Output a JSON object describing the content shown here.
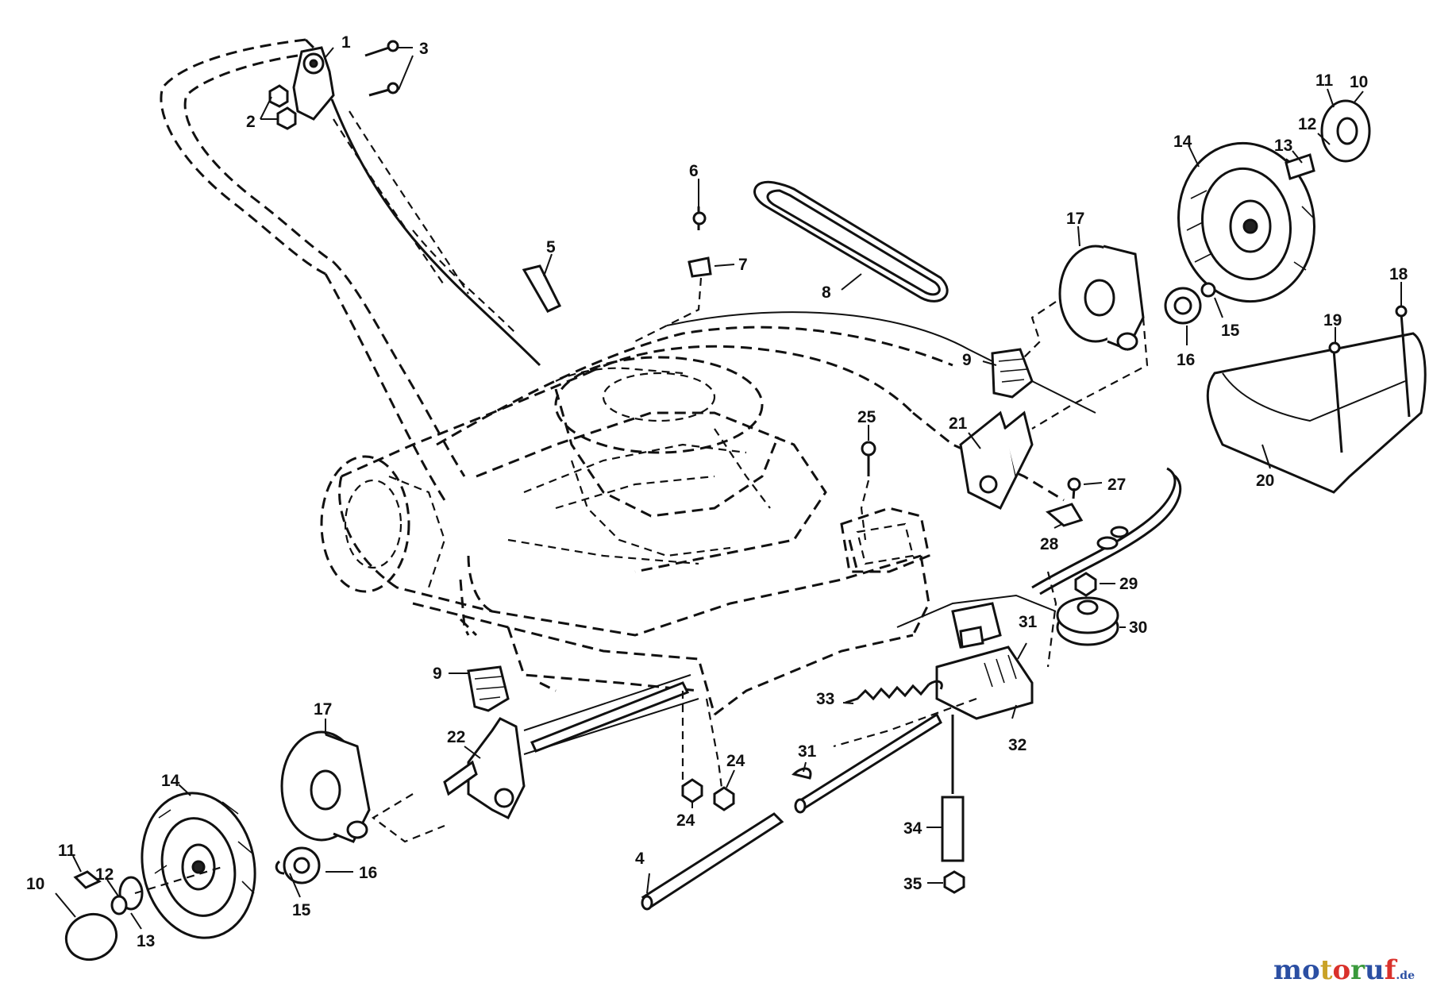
{
  "diagram": {
    "callouts": [
      {
        "id": "1",
        "label": "1"
      },
      {
        "id": "2",
        "label": "2"
      },
      {
        "id": "3",
        "label": "3"
      },
      {
        "id": "4",
        "label": "4"
      },
      {
        "id": "5",
        "label": "5"
      },
      {
        "id": "6",
        "label": "6"
      },
      {
        "id": "7",
        "label": "7"
      },
      {
        "id": "8",
        "label": "8"
      },
      {
        "id": "9a",
        "label": "9"
      },
      {
        "id": "9b",
        "label": "9"
      },
      {
        "id": "10a",
        "label": "10"
      },
      {
        "id": "10b",
        "label": "10"
      },
      {
        "id": "11a",
        "label": "11"
      },
      {
        "id": "11b",
        "label": "11"
      },
      {
        "id": "12a",
        "label": "12"
      },
      {
        "id": "12b",
        "label": "12"
      },
      {
        "id": "13a",
        "label": "13"
      },
      {
        "id": "13b",
        "label": "13"
      },
      {
        "id": "14a",
        "label": "14"
      },
      {
        "id": "14b",
        "label": "14"
      },
      {
        "id": "15a",
        "label": "15"
      },
      {
        "id": "15b",
        "label": "15"
      },
      {
        "id": "16a",
        "label": "16"
      },
      {
        "id": "16b",
        "label": "16"
      },
      {
        "id": "17a",
        "label": "17"
      },
      {
        "id": "17b",
        "label": "17"
      },
      {
        "id": "18",
        "label": "18"
      },
      {
        "id": "19",
        "label": "19"
      },
      {
        "id": "20",
        "label": "20"
      },
      {
        "id": "21",
        "label": "21"
      },
      {
        "id": "22",
        "label": "22"
      },
      {
        "id": "24a",
        "label": "24"
      },
      {
        "id": "24b",
        "label": "24"
      },
      {
        "id": "25",
        "label": "25"
      },
      {
        "id": "27",
        "label": "27"
      },
      {
        "id": "28",
        "label": "28"
      },
      {
        "id": "29",
        "label": "29"
      },
      {
        "id": "30",
        "label": "30"
      },
      {
        "id": "31a",
        "label": "31"
      },
      {
        "id": "31b",
        "label": "31"
      },
      {
        "id": "32",
        "label": "32"
      },
      {
        "id": "33",
        "label": "33"
      },
      {
        "id": "34",
        "label": "34"
      },
      {
        "id": "35",
        "label": "35"
      }
    ]
  },
  "watermark": {
    "letters": [
      "m",
      "o",
      "t",
      "o",
      "r",
      "u",
      "f"
    ],
    "colors": [
      "#2b4fa3",
      "#2b4fa3",
      "#c9a227",
      "#d9312b",
      "#3a9a3c",
      "#2b4fa3",
      "#d9312b"
    ],
    "suffix": ".de"
  }
}
